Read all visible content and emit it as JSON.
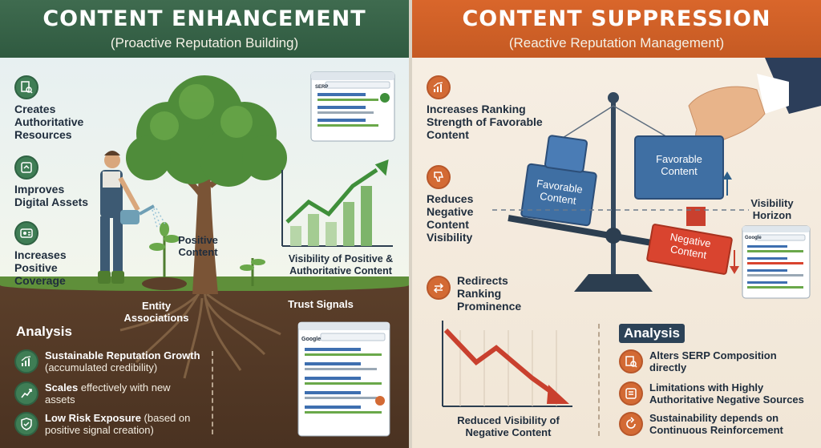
{
  "left": {
    "title": "CONTENT ENHANCEMENT",
    "subtitle": "(Proactive Reputation Building)",
    "features": [
      {
        "text": "Creates Authoritative Resources",
        "icon": "document-search-icon"
      },
      {
        "text": "Improves Digital Assets",
        "icon": "asset-upgrade-icon"
      },
      {
        "text": "Increases Positive Coverage",
        "icon": "profile-card-icon"
      }
    ],
    "labels": {
      "positive_content": "Positive Content",
      "visibility": "Visibility of Positive & Authoritative Content",
      "entity": "Entity Associations",
      "trust": "Trust Signals"
    },
    "serp_label": "SERP",
    "search_brand": "Google",
    "analysis_title": "Analysis",
    "analysis": [
      {
        "bold": "Sustainable Reputation Growth",
        "rest": " (accumulated credibility)",
        "icon": "growth-chart-icon"
      },
      {
        "bold": "Scales",
        "rest": " effectively with new assets",
        "icon": "scale-chart-icon"
      },
      {
        "bold": "Low Risk Exposure",
        "rest": " (based on positive signal creation)",
        "icon": "shield-check-icon"
      }
    ],
    "colors": {
      "accent": "#3f7d55",
      "header": "#2f5a40"
    }
  },
  "right": {
    "title": "CONTENT SUPPRESSION",
    "subtitle": "(Reactive Reputation Management)",
    "features": [
      {
        "text": "Increases Ranking Strength of Favorable Content",
        "icon": "ranking-chart-icon"
      },
      {
        "text": "Reduces Negative Content Visibility",
        "icon": "thumbs-down-icon"
      },
      {
        "text": "Redirects Ranking Prominence",
        "icon": "swap-arrows-icon"
      }
    ],
    "labels": {
      "favorable_left": "Favorable Content",
      "favorable_right": "Favorable Content",
      "negative": "Negative Content",
      "visibility_horizon": "Visibility Horizon",
      "reduced": "Reduced Visibility of Negative Content"
    },
    "search_brand": "Google",
    "analysis_title": "Analysis",
    "analysis": [
      {
        "bold": "Alters SERP Composition directly",
        "rest": "",
        "icon": "serp-search-icon"
      },
      {
        "bold": "Limitations with Highly Authoritative Negative Sources",
        "rest": "",
        "icon": "limitation-list-icon"
      },
      {
        "bold": "Sustainability depends on Continuous Reinforcement",
        "rest": "",
        "icon": "refresh-icon"
      }
    ],
    "colors": {
      "accent": "#d36a34",
      "header": "#c55a23"
    }
  }
}
